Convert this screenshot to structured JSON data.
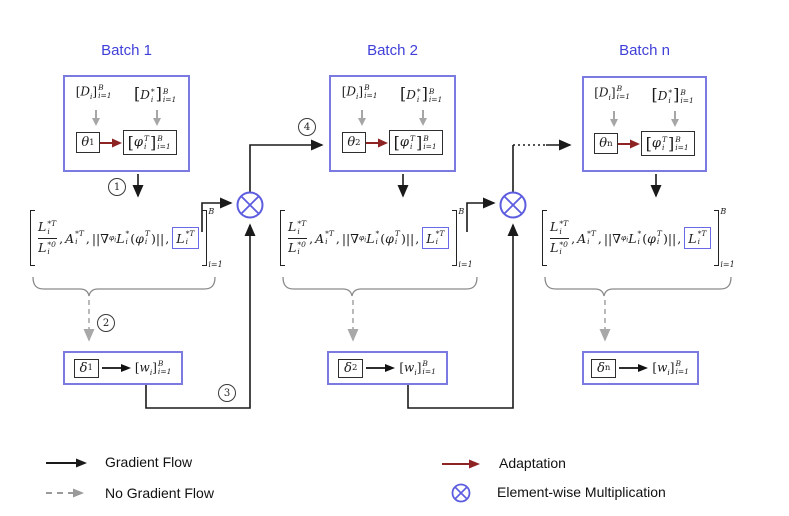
{
  "diagram": {
    "batches": [
      {
        "title": "Batch 1",
        "theta_sup": "1",
        "delta_sup": "1"
      },
      {
        "title": "Batch 2",
        "theta_sup": "2",
        "delta_sup": "2"
      },
      {
        "title": "Batch n",
        "theta_sup": "n",
        "delta_sup": "n"
      }
    ],
    "step_labels": [
      "1",
      "2",
      "3",
      "4"
    ],
    "math": {
      "lb": "[",
      "rb": "]",
      "lp": "(",
      "rp": ")",
      "comma": ",",
      "norm": "||",
      "D": "D",
      "L": "L",
      "A": "A",
      "w": "w",
      "i": "i",
      "B": "B",
      "ieq": "i=1",
      "theta": "θ",
      "phi": "φ",
      "delta": "δ",
      "nabla": "∇",
      "T": "T",
      "star": "*",
      "starT": "*T",
      "star0": "*0"
    },
    "legend": [
      {
        "label": "Gradient Flow",
        "symbol": "solid-arrow"
      },
      {
        "label": "No Gradient Flow",
        "symbol": "dashed-arrow"
      },
      {
        "label": "Adaptation",
        "symbol": "red-arrow"
      },
      {
        "label": "Element-wise Multiplication",
        "symbol": "circle-times"
      }
    ],
    "colors": {
      "title_blue": "#4040d8",
      "box_border": "#7a7ae0",
      "inner_border": "#2e2e2e",
      "adaptation_red": "#8e2323",
      "multiply_blue": "#5d5de0"
    }
  }
}
